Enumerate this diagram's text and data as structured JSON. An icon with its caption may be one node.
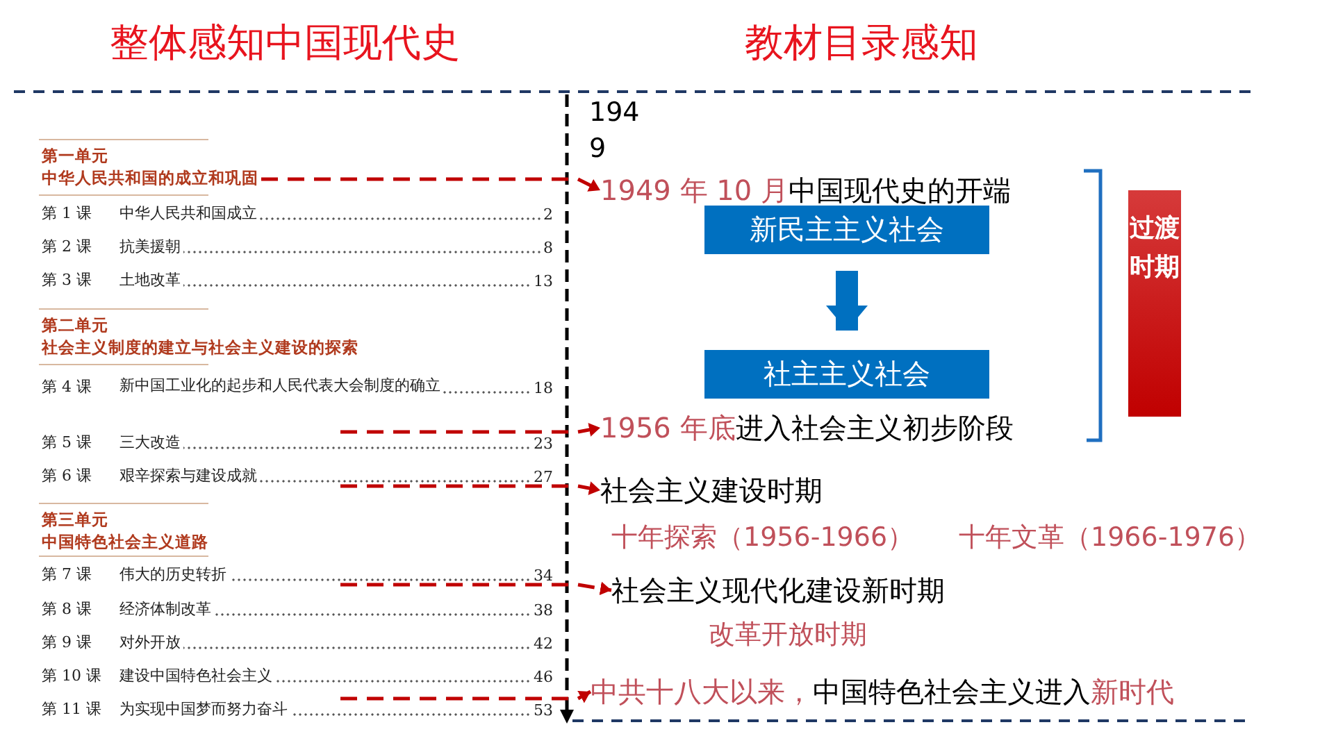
{
  "diagram": {
    "nodes": [
      {
        "text": [
          "第一单元",
          "中华人民共和国的成立和巩固"
        ]
      },
      {
        "text": [
          "第 1 课",
          "中华人民共和国成立",
          "2"
        ]
      },
      {
        "text": [
          "第 2 课",
          "抗美援朝",
          "8"
        ]
      },
      {
        "text": [
          "第 3 课",
          "土地改革",
          "13"
        ]
      },
      {
        "text": [
          "第二单元",
          "社会主义制度的建立与社会主义建设的探索"
        ]
      },
      {
        "text": [
          "第 4 课",
          "新中国工业化的起步和人民代表大会制度的确立",
          "18"
        ]
      },
      {
        "text": [
          "第 5 课",
          "三大改造",
          "23"
        ]
      },
      {
        "text": [
          "第 6 课",
          "艰辛探索与建设成就",
          "27"
        ]
      },
      {
        "text": [
          "第三单元",
          "中国特色社会主义道路"
        ]
      },
      {
        "text": [
          "第 7 课",
          "伟大的历史转折",
          "34"
        ]
      },
      {
        "text": [
          "第 8 课",
          "经济体制改革",
          "38"
        ]
      },
      {
        "text": [
          "第 9 课",
          "对外开放",
          "42"
        ]
      },
      {
        "text": [
          "第 10 课",
          "建设中国特色社会主义",
          "46"
        ]
      },
      {
        "text": [
          "第 11 课",
          "为实现中国梦而努力奋斗",
          "53"
        ]
      },
      {
        "text": [
          "1949 年 10 月",
          "中国现代史的开端"
        ]
      },
      {
        "text": [
          "新民主主义社会"
        ]
      },
      {
        "text": [
          "社主主义社会"
        ]
      },
      {
        "text": [
          "1956 年底",
          "进入社会主义初步阶段"
        ]
      },
      {
        "text": [
          "社会主义建设时期"
        ]
      },
      {
        "text": [
          "社会主义现代化建设新时期"
        ]
      },
      {
        "text": [
          "中共十八大以来，",
          "中国特色社会主义进入",
          "新时代"
        ]
      },
      {
        "text": [
          "过渡时期"
        ]
      }
    ],
    "edges": [
      {
        "from": 0,
        "to": 14,
        "arrow": "to",
        "style": "dashed"
      },
      {
        "from": 6,
        "to": 17,
        "arrow": "to",
        "style": "dashed"
      },
      {
        "from": 7,
        "to": 18,
        "arrow": "to",
        "style": "dashed"
      },
      {
        "from": 9,
        "to": 19,
        "arrow": "to",
        "style": "dashed"
      },
      {
        "from": 13,
        "to": 20,
        "arrow": "to",
        "style": "dashed"
      },
      {
        "from": 15,
        "to": 16,
        "arrow": "to",
        "style": "thick",
        "color": "#0070c0"
      }
    ],
    "labels": [
      "整体感知中国现代史",
      "教材目录感知",
      "1949",
      "十年探索（1956-1966）",
      "十年文革（1966-1976）",
      "改革开放时期"
    ]
  }
}
